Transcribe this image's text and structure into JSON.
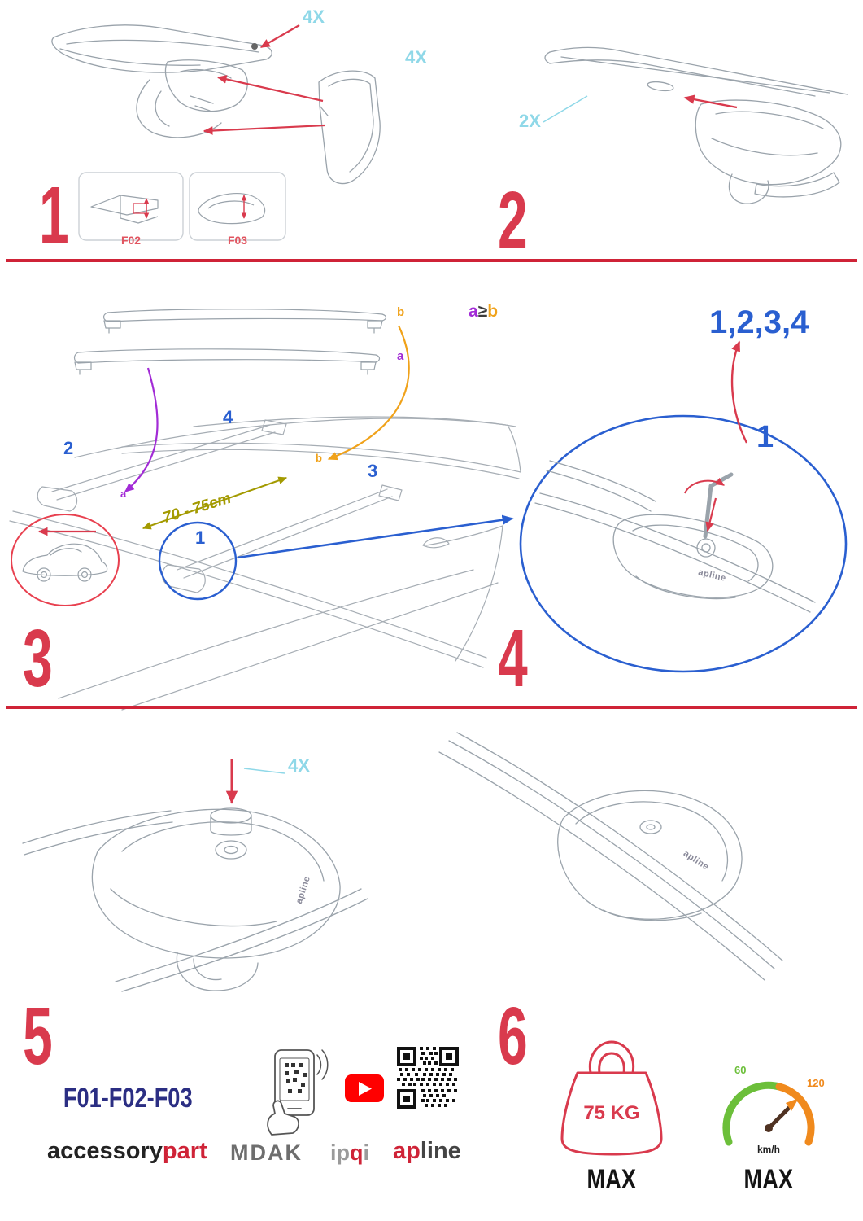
{
  "colors": {
    "red": "#d93a4d",
    "divider_red": "#cf2337",
    "cyan": "#8fd8e8",
    "blue": "#2a5fd0",
    "purple": "#a22bd6",
    "orange": "#f0a21a",
    "olive": "#a39a00",
    "navy": "#2b2e83",
    "green": "#6cbf3a",
    "speed_orange": "#f08a1d",
    "youtube_red": "#ff0000"
  },
  "clamp_logo": "apline",
  "step1": {
    "number": "1",
    "qty_top": "4X",
    "qty_side": "4X",
    "part_a": "F02",
    "part_b": "F03"
  },
  "step2": {
    "number": "2",
    "qty": "2X"
  },
  "step3": {
    "number": "3",
    "bar_top_label": "b",
    "bar_bottom_label": "a",
    "rule": {
      "a": "a",
      "op": "≥",
      "b": "b"
    },
    "positions": {
      "p1": "1",
      "p2": "2",
      "p3": "3",
      "p4": "4"
    },
    "roof_a": "a",
    "roof_b": "b",
    "distance": "70 - 75cm"
  },
  "step4": {
    "number": "4",
    "order": "1,2,3,4",
    "start": "1"
  },
  "step5": {
    "number": "5",
    "qty": "4X",
    "codes": "F01-F02-F03"
  },
  "step6": {
    "number": "6",
    "weight": {
      "value": "75 KG",
      "max": "MAX"
    },
    "speed": {
      "low": "60",
      "high": "120",
      "unit": "km/h",
      "max": "MAX"
    }
  },
  "brands": {
    "accessorypart": {
      "black": "accessory",
      "red": "part"
    },
    "mdak": "MDAK",
    "ipqi": {
      "pre": "ip",
      "q": "q",
      "post": "i"
    },
    "apline": {
      "red": "ap",
      "dark": "line"
    }
  }
}
